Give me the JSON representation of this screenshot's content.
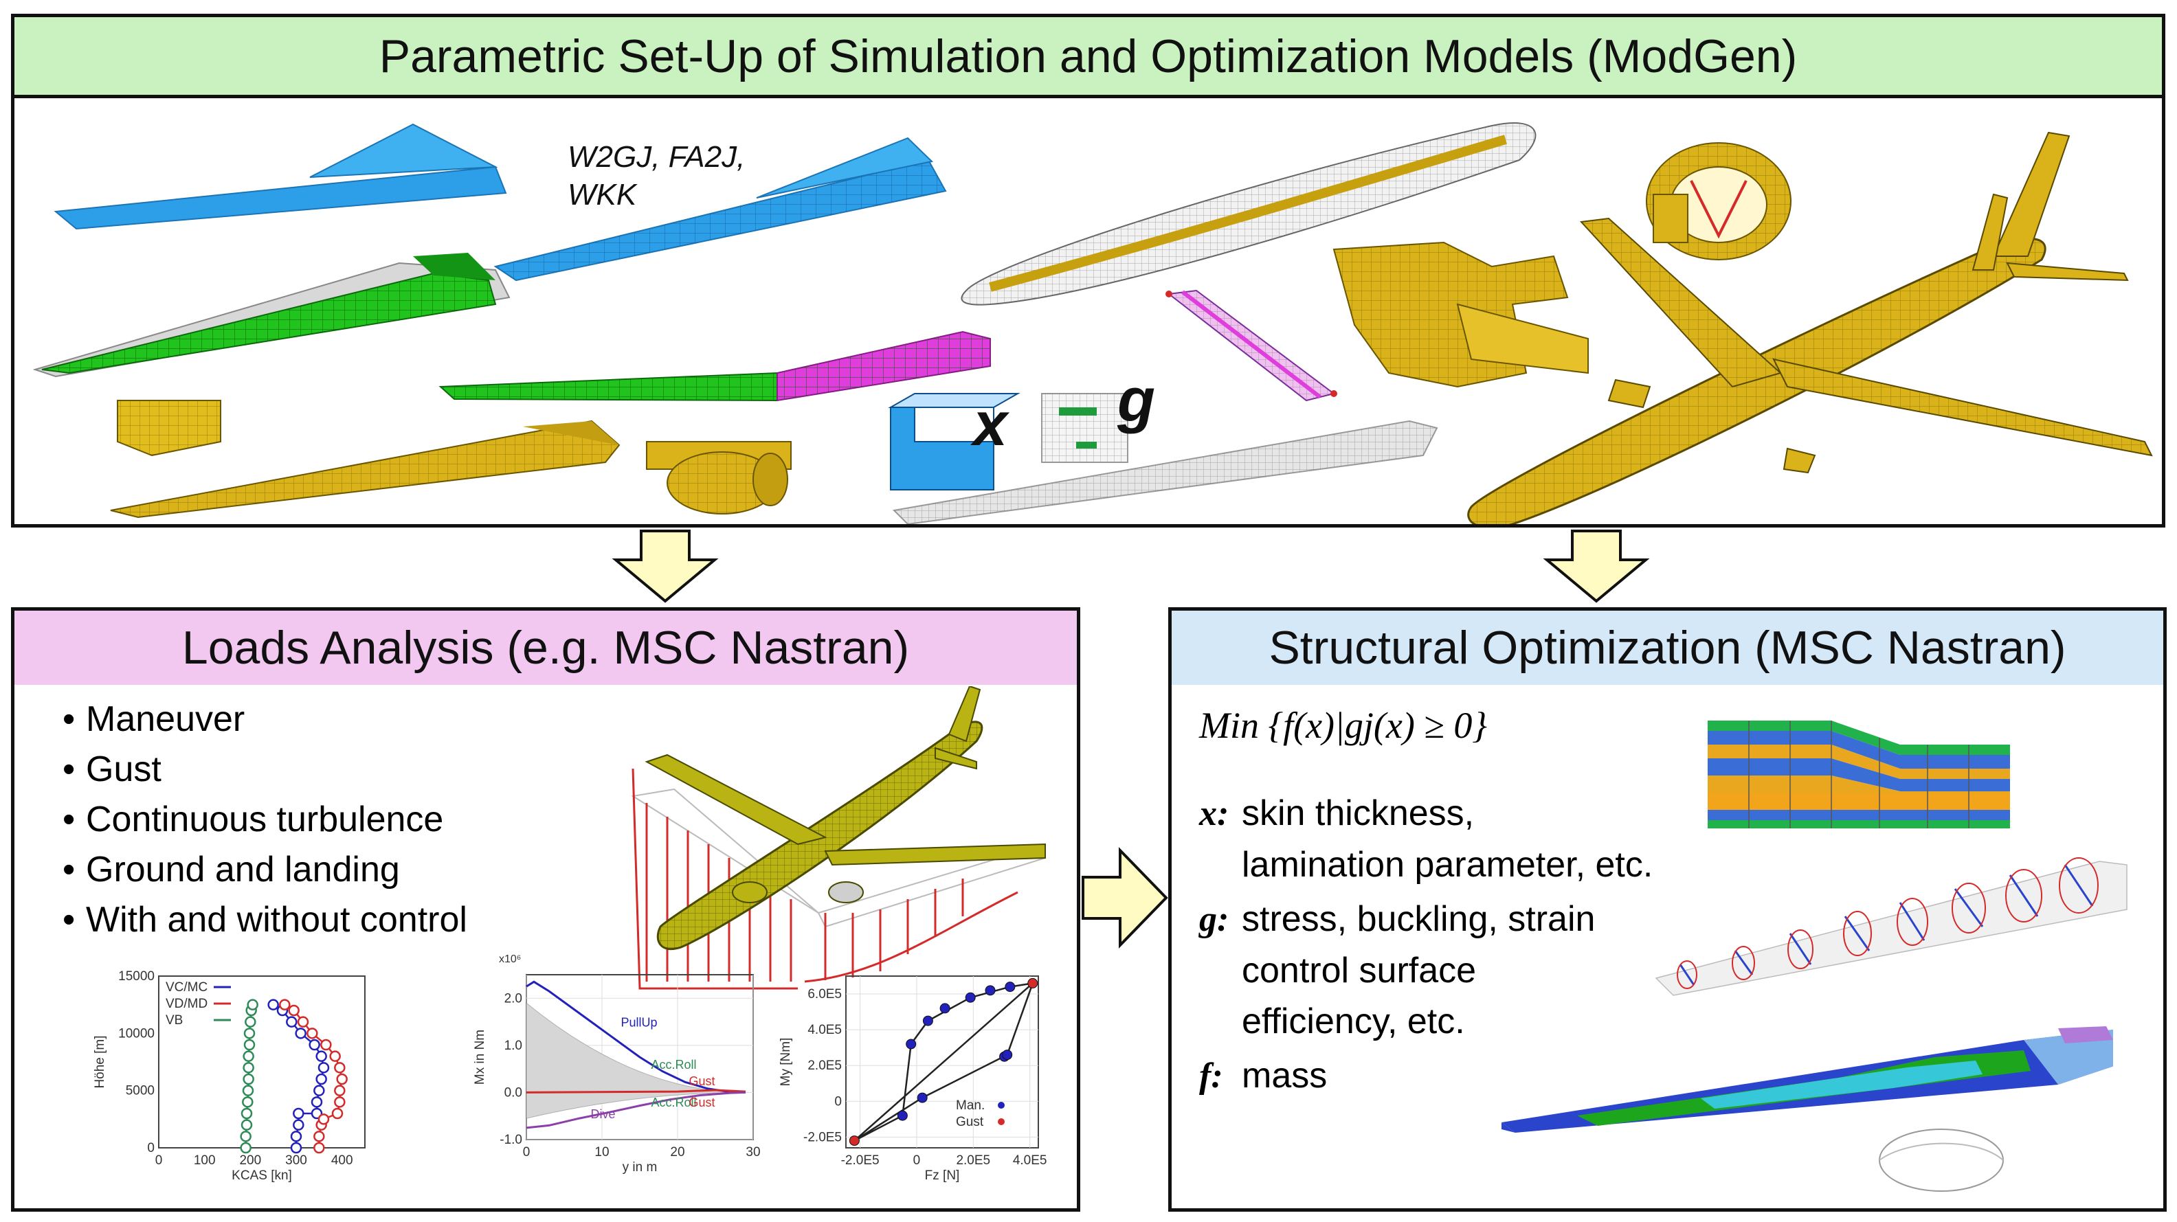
{
  "top_panel": {
    "title": "Parametric Set-Up of Simulation and Optimization Models (ModGen)",
    "title_bg": "#c9f2c0",
    "annotation_line1": "W2GJ, FA2J,",
    "annotation_line2": "WKK",
    "var_x": "x",
    "var_g": "g"
  },
  "loads_panel": {
    "title": "Loads Analysis (e.g. MSC Nastran)",
    "title_bg": "#f3c8f0",
    "bullets": [
      "Maneuver",
      "Gust",
      "Continuous turbulence",
      "Ground and landing",
      "With and without control"
    ]
  },
  "opt_panel": {
    "title": "Structural Optimization (MSC Nastran)",
    "title_bg": "#d4e8f7",
    "formula": "Min {f(x)|gj(x) ≥ 0}",
    "x_symbol": "x:",
    "x_line1": "skin thickness,",
    "x_line2": "lamination parameter, etc.",
    "g_symbol": "g:",
    "g_line1": "stress, buckling, strain",
    "g_line2": "control surface",
    "g_line3": "efficiency, etc.",
    "f_symbol": "f:",
    "f_line1": "mass"
  },
  "colors": {
    "arrow_fill": "#fffbc2",
    "wing_blue": "#2d9fe8",
    "wing_gold": "#d9b319",
    "wing_green": "#21c41c",
    "wing_magenta": "#e03ddd",
    "chart_blue": "#2222bb",
    "chart_red": "#d42a2a",
    "chart_green": "#2e8b57",
    "chart_purple": "#8b3fa8"
  },
  "chart_data": [
    {
      "type": "line",
      "title": "",
      "xlabel": "KCAS [kn]",
      "ylabel": "Höhe [m]",
      "xlim": [
        0,
        450
      ],
      "ylim": [
        0,
        15000
      ],
      "x_ticks": [
        "0",
        "100",
        "200",
        "300",
        "400"
      ],
      "y_ticks": [
        "0",
        "5000",
        "10000",
        "15000"
      ],
      "legend": "top-left",
      "series": [
        {
          "name": "VC/MC",
          "color": "#2222bb",
          "points": [
            [
              300,
              0
            ],
            [
              300,
              1000
            ],
            [
              305,
              2000
            ],
            [
              305,
              3000
            ],
            [
              345,
              3000
            ],
            [
              345,
              4000
            ],
            [
              350,
              5000
            ],
            [
              355,
              6000
            ],
            [
              360,
              7000
            ],
            [
              355,
              8000
            ],
            [
              340,
              9000
            ],
            [
              310,
              10000
            ],
            [
              290,
              11000
            ],
            [
              270,
              12000
            ],
            [
              250,
              12500
            ]
          ]
        },
        {
          "name": "VD/MD",
          "color": "#d42a2a",
          "points": [
            [
              350,
              0
            ],
            [
              350,
              1000
            ],
            [
              355,
              2000
            ],
            [
              360,
              2500
            ],
            [
              390,
              3000
            ],
            [
              395,
              4000
            ],
            [
              395,
              5000
            ],
            [
              400,
              6000
            ],
            [
              395,
              7000
            ],
            [
              385,
              8000
            ],
            [
              365,
              9000
            ],
            [
              335,
              10000
            ],
            [
              315,
              11000
            ],
            [
              295,
              12000
            ],
            [
              275,
              12500
            ]
          ]
        },
        {
          "name": "VB",
          "color": "#2e8b57",
          "points": [
            [
              190,
              0
            ],
            [
              190,
              1000
            ],
            [
              192,
              2000
            ],
            [
              192,
              3000
            ],
            [
              194,
              4000
            ],
            [
              195,
              5000
            ],
            [
              196,
              6000
            ],
            [
              196,
              7000
            ],
            [
              196,
              8000
            ],
            [
              198,
              9000
            ],
            [
              198,
              10000
            ],
            [
              200,
              11000
            ],
            [
              202,
              12000
            ],
            [
              205,
              12500
            ]
          ]
        }
      ]
    },
    {
      "type": "line",
      "title": "",
      "xlabel": "y in m",
      "ylabel": "Mx in Nm",
      "y_multiplier": "x10⁶",
      "xlim": [
        0,
        30
      ],
      "ylim": [
        -1.0,
        2.5
      ],
      "x_ticks": [
        "0",
        "10",
        "20",
        "30"
      ],
      "y_ticks": [
        "-1.0",
        "0.0",
        "1.0",
        "2.0"
      ],
      "annotations": [
        "PullUp",
        "Acc.Roll",
        "Gust",
        "Dive",
        "Acc.Roll",
        "Gust"
      ],
      "series": [
        {
          "name": "PullUp",
          "color": "#2222bb",
          "points": [
            [
              0,
              2.25
            ],
            [
              1,
              2.35
            ],
            [
              3,
              2.15
            ],
            [
              6,
              1.8
            ],
            [
              9,
              1.45
            ],
            [
              12,
              1.1
            ],
            [
              15,
              0.75
            ],
            [
              18,
              0.45
            ],
            [
              21,
              0.22
            ],
            [
              24,
              0.08
            ],
            [
              27,
              0.01
            ],
            [
              29,
              0.0
            ]
          ]
        },
        {
          "name": "Gust",
          "color": "#d42a2a",
          "points": [
            [
              0,
              0.0
            ],
            [
              20,
              0.02
            ],
            [
              25,
              0.05
            ],
            [
              29,
              0.02
            ]
          ]
        },
        {
          "name": "Dive",
          "color": "#8b3fa8",
          "points": [
            [
              0,
              -0.75
            ],
            [
              3,
              -0.7
            ],
            [
              7,
              -0.55
            ],
            [
              11,
              -0.42
            ],
            [
              15,
              -0.28
            ],
            [
              19,
              -0.15
            ],
            [
              23,
              -0.06
            ],
            [
              27,
              -0.01
            ],
            [
              29,
              0.0
            ]
          ]
        }
      ]
    },
    {
      "type": "scatter",
      "title": "",
      "xlabel": "Fz [N]",
      "ylabel": "My [Nm]",
      "xlim": [
        -250000.0,
        430000.0
      ],
      "ylim": [
        -260000.0,
        700000.0
      ],
      "x_ticks": [
        "-2.0E5",
        "0",
        "2.0E5",
        "4.0E5"
      ],
      "y_ticks": [
        "-2.0E5",
        "0",
        "2.0E5",
        "4.0E5",
        "6.0E5"
      ],
      "legend": "bottom-right",
      "series": [
        {
          "name": "Man.",
          "color": "#2222bb",
          "points": [
            [
              -50000,
              -80000
            ],
            [
              20000,
              20000
            ],
            [
              310000,
              250000
            ],
            [
              320000,
              260000
            ],
            [
              -20000,
              320000
            ],
            [
              40000,
              450000
            ],
            [
              100000,
              520000
            ],
            [
              190000,
              580000
            ],
            [
              260000,
              620000
            ],
            [
              330000,
              640000
            ]
          ]
        },
        {
          "name": "Gust",
          "color": "#d42a2a",
          "points": [
            [
              -220000,
              -220000
            ],
            [
              410000,
              660000
            ]
          ]
        }
      ]
    }
  ]
}
